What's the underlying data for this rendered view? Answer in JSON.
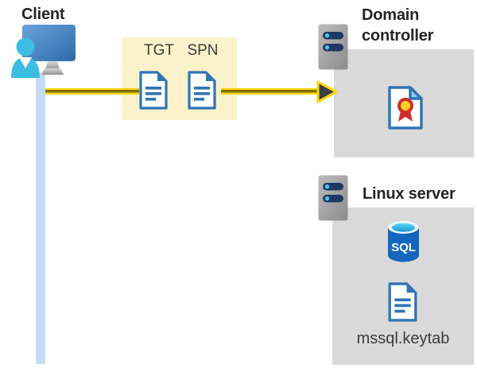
{
  "diagram": {
    "client": {
      "label": "Client"
    },
    "ticket_box": {
      "tgt_label": "TGT",
      "spn_label": "SPN"
    },
    "domain_controller": {
      "label": "Domain controller"
    },
    "linux_server": {
      "label": "Linux server",
      "sql_text": "SQL",
      "keytab_label": "mssql.keytab"
    }
  },
  "colors": {
    "accent_yellow": "#FFD60A",
    "arrow_core": "#7D6F00",
    "arrowhead_fill": "#3F3F3F",
    "ticket_box_bg": "#FBF2CB",
    "panel_bg": "#D9D9D9",
    "doc_blue": "#2E75B6",
    "doc_fold_light": "#9DC3E6",
    "server_pill_navy": "#1F3864",
    "server_dot_cyan": "#49C3EA",
    "monitor_blue_light": "#6AA2DA",
    "monitor_blue_dark": "#2F6CAB",
    "person_cyan": "#3BBDE4",
    "client_line_blue": "#C5DCF5",
    "sql_body_blue": "#1466BE",
    "sql_top_cyan": "#5BD5F5",
    "sql_top_teal": "#169BD7",
    "cert_red": "#CF2E2E",
    "cert_yellow": "#FFD21E",
    "title_text": "#242424",
    "muted_text": "#3C3C3C"
  }
}
